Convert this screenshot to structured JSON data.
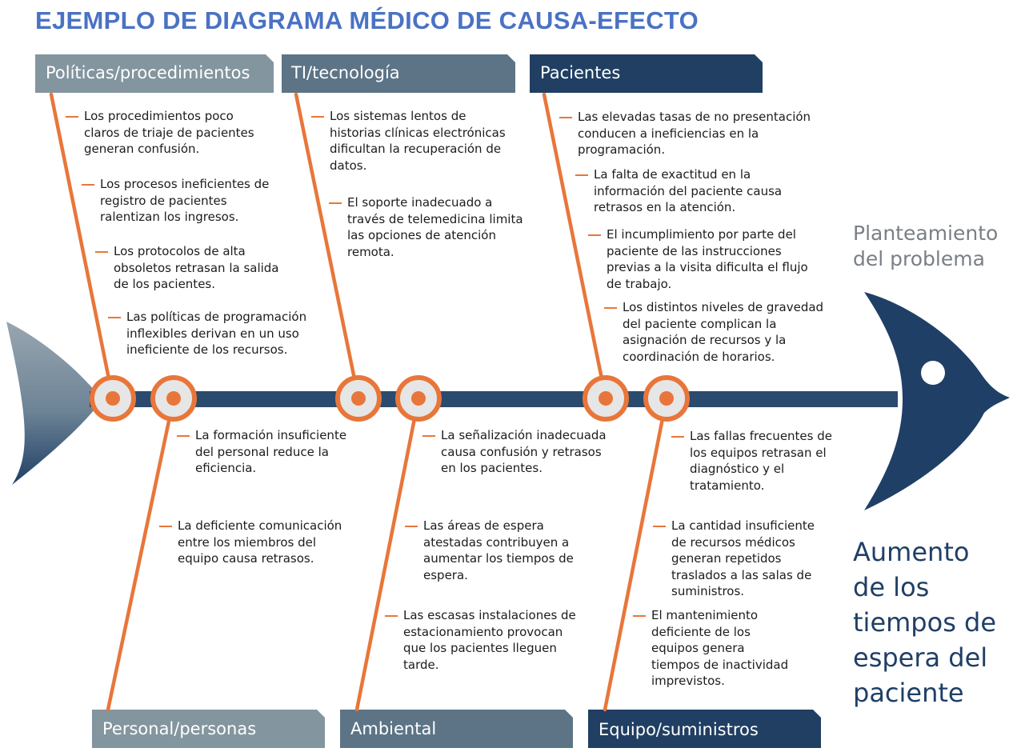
{
  "title": "EJEMPLO DE DIAGRAMA MÉDICO DE CAUSA-EFECTO",
  "problem": {
    "label": "Planteamiento\ndel problema",
    "text": "Aumento\nde los\ntiempos de\nespera del\npaciente"
  },
  "colors": {
    "title": "#4a72c4",
    "header_light": "#83959f",
    "header_mid": "#5c7486",
    "header_dark": "#203f63",
    "bone": "#e8763a",
    "spine": "#2a4a6e",
    "problem_text": "#1f3f66"
  },
  "categories": {
    "politicas": {
      "label": "Políticas/procedimientos",
      "items": [
        "Los procedimientos poco\nclaros de triaje de pacientes\ngeneran confusión.",
        "Los procesos ineficientes de\nregistro de pacientes\nralentizan los ingresos.",
        "Los protocolos de alta\nobsoletos retrasan la salida\nde los pacientes.",
        "Las políticas de programación\ninflexibles derivan en un uso\nineficiente de los recursos."
      ]
    },
    "ti": {
      "label": "TI/tecnología",
      "items": [
        "Los sistemas lentos de\nhistorias clínicas electrónicas\ndificultan la recuperación de\ndatos.",
        "El soporte inadecuado a\ntravés de telemedicina limita\nlas opciones de atención\nremota."
      ]
    },
    "pacientes": {
      "label": "Pacientes",
      "items": [
        "Las elevadas tasas de no presentación\nconducen a ineficiencias en la\nprogramación.",
        "La falta de exactitud en la\ninformación del paciente causa\nretrasos en la atención.",
        "El incumplimiento por parte del\npaciente de las instrucciones\nprevias a la visita dificulta el flujo\nde trabajo.",
        "Los distintos niveles de gravedad\ndel paciente complican la\nasignación de recursos y la\ncoordinación de horarios."
      ]
    },
    "personal": {
      "label": "Personal/personas",
      "items": [
        "La formación insuficiente\ndel personal reduce la\neficiencia.",
        "La deficiente comunicación\nentre los miembros del\nequipo causa retrasos."
      ]
    },
    "ambiental": {
      "label": "Ambiental",
      "items": [
        "La señalización inadecuada\ncausa confusión y retrasos\nen los pacientes.",
        "Las áreas de espera\natestadas contribuyen a\naumentar los tiempos de\nespera.",
        "Las escasas instalaciones de\nestacionamiento provocan\nque los pacientes lleguen\ntarde."
      ]
    },
    "equipo": {
      "label": "Equipo/suministros",
      "items": [
        "Las fallas frecuentes de\nlos equipos retrasan el\ndiagnóstico y el\ntratamiento.",
        "La cantidad insuficiente\nde recursos médicos\ngeneran repetidos\ntraslados a las salas de\nsuministros.",
        "El mantenimiento\ndeficiente de los\nequipos genera\ntiempos de inactividad\nimprevistos."
      ]
    }
  }
}
